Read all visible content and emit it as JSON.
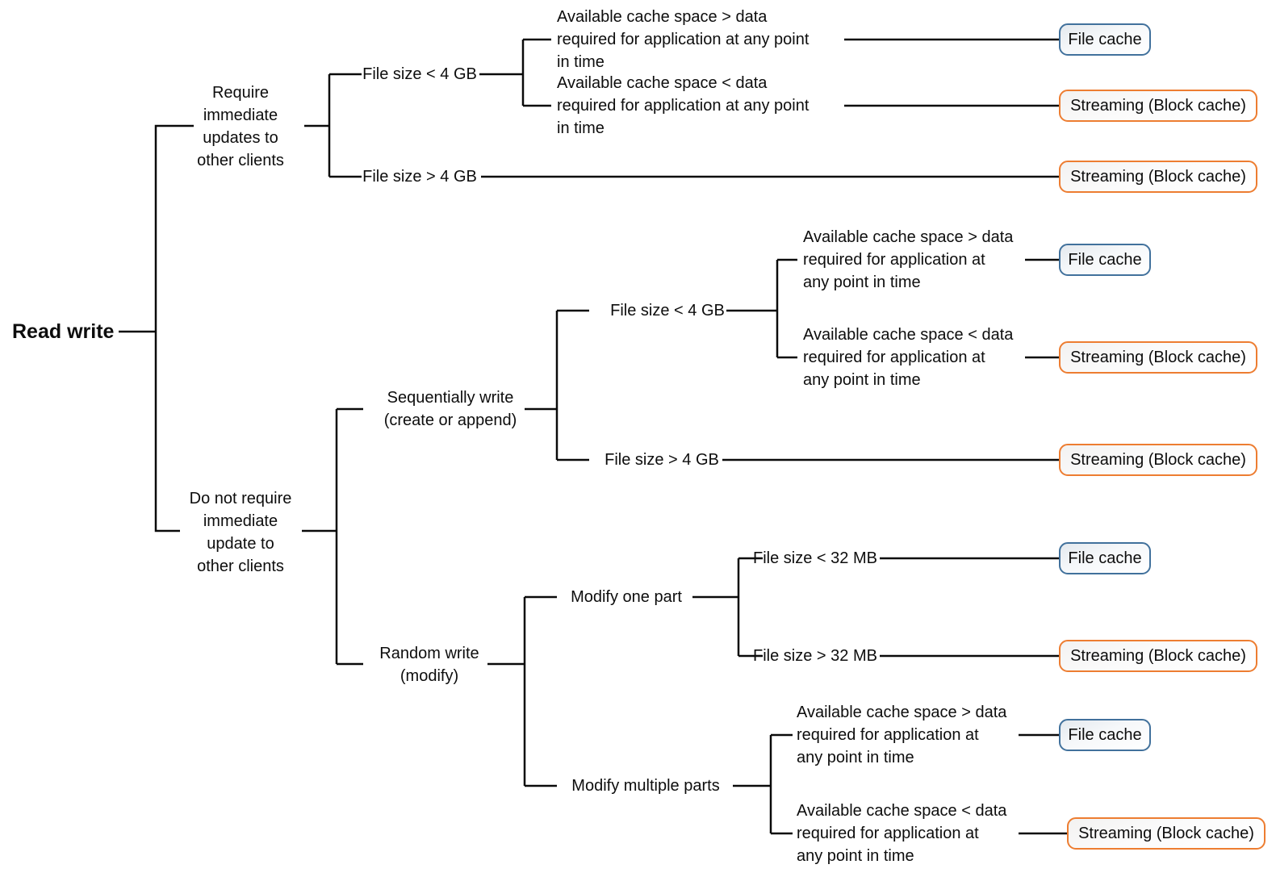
{
  "diagram": {
    "title_node": "Read write",
    "colors": {
      "line": "#0a0a0a",
      "file_cache_border": "#41719C",
      "streaming_border": "#ED7D31",
      "text": "#0d0d0d"
    },
    "nodes": {
      "branch_immediate": "Require\nimmediate\nupdates to\nother clients",
      "branch_not_immediate": "Do not require\nimmediate\nupdate to\nother clients",
      "file_lt_4gb": "File size < 4 GB",
      "file_gt_4gb": "File size > 4 GB",
      "seq_write": "Sequentially write\n(create or append)",
      "random_write": "Random write\n(modify)",
      "modify_one": "Modify one part",
      "modify_multi": "Modify multiple parts",
      "file_lt_32mb": "File size < 32 MB",
      "file_gt_32mb": "File size > 32 MB",
      "cache_gt_data_wide": "Available cache space > data\nrequired for application at any point\nin time",
      "cache_lt_data_wide": "Available cache space < data\nrequired for application at any point\nin time",
      "cache_gt_data_narrow": "Available cache space > data\nrequired for application at\nany point in time",
      "cache_lt_data_narrow": "Available cache space < data\nrequired for application at\nany point in time"
    },
    "outcomes": {
      "file_cache": "File cache",
      "streaming": "Streaming (Block cache)"
    }
  }
}
